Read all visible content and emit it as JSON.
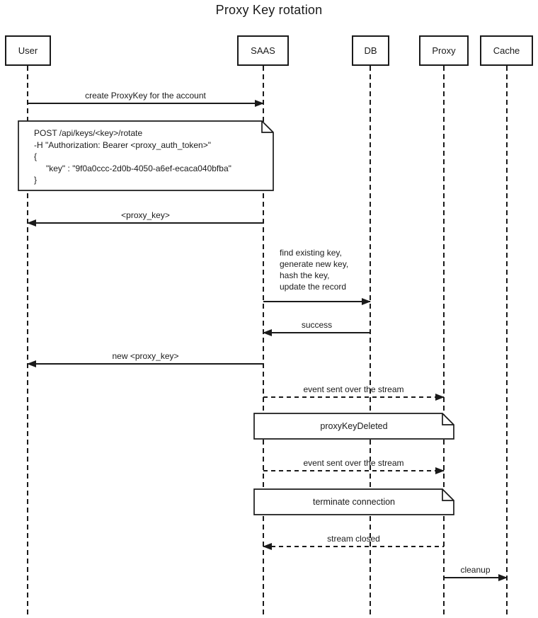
{
  "title": "Proxy Key rotation",
  "colors": {
    "stroke": "#1a1a1a",
    "background": "#ffffff"
  },
  "actors": [
    {
      "label": "User"
    },
    {
      "label": "SAAS"
    },
    {
      "label": "DB"
    },
    {
      "label": "Proxy"
    },
    {
      "label": "Cache"
    }
  ],
  "messages": [
    {
      "from": "User",
      "to": "SAAS",
      "style": "solid",
      "label": "create ProxyKey for the account"
    },
    {
      "from": "SAAS",
      "to": "User",
      "style": "solid",
      "label": "<proxy_key>"
    },
    {
      "from": "SAAS",
      "to": "DB",
      "style": "solid",
      "label_lines": [
        "find existing key,",
        "generate new key,",
        "hash the key,",
        "update the record"
      ]
    },
    {
      "from": "DB",
      "to": "SAAS",
      "style": "solid",
      "label": "success"
    },
    {
      "from": "SAAS",
      "to": "User",
      "style": "solid",
      "label": "new <proxy_key>"
    },
    {
      "from": "SAAS",
      "to": "Proxy",
      "style": "dashed",
      "label": "event sent over the stream"
    },
    {
      "from": "SAAS",
      "to": "Proxy",
      "style": "dashed",
      "label": "event sent over the stream"
    },
    {
      "from": "Proxy",
      "to": "SAAS",
      "style": "dashed",
      "label": "stream closed"
    },
    {
      "from": "Proxy",
      "to": "Cache",
      "style": "solid",
      "label": "cleanup"
    }
  ],
  "notes": [
    {
      "lines": [
        "POST /api/keys/<key>/rotate",
        "-H \"Authorization: Bearer <proxy_auth_token>\"",
        "{",
        "\"key\" : \"9f0a0ccc-2d0b-4050-a6ef-ecaca040bfba\"",
        "}"
      ]
    },
    {
      "text": "proxyKeyDeleted"
    },
    {
      "text": "terminate connection"
    }
  ]
}
